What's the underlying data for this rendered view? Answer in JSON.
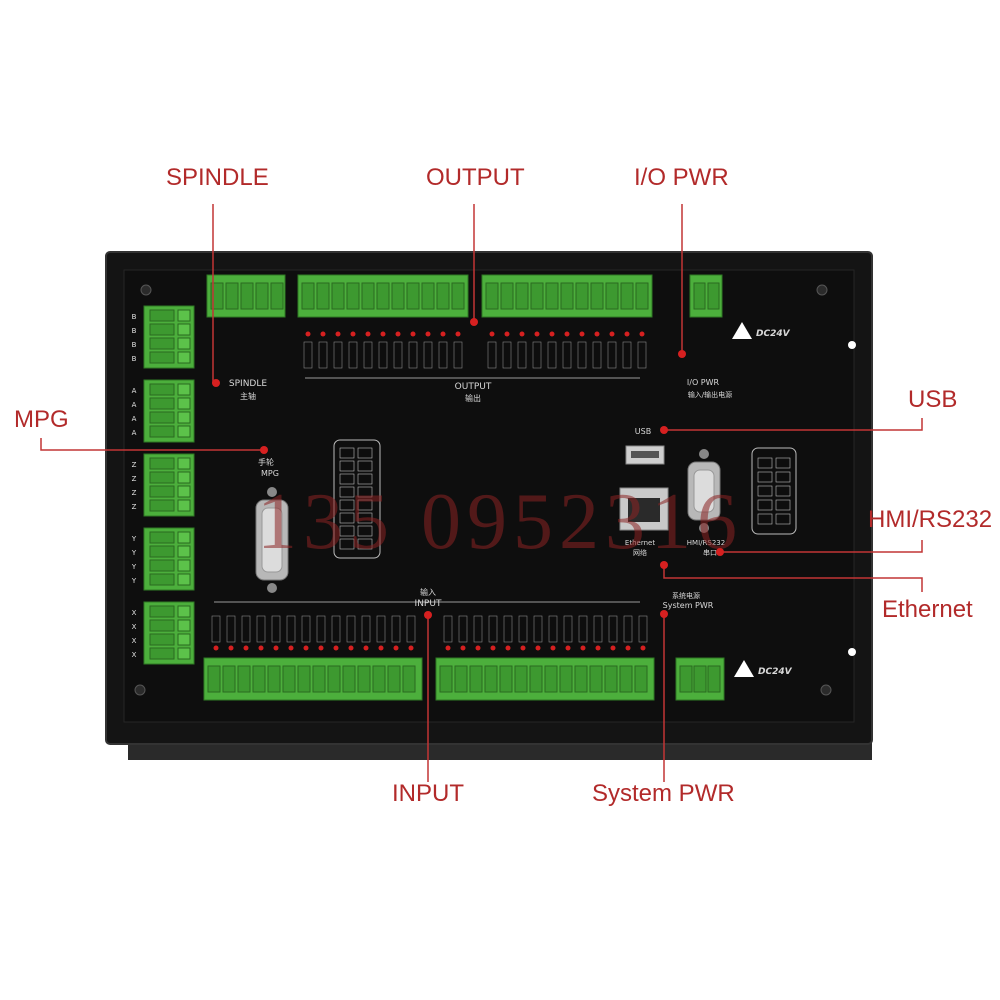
{
  "callouts": {
    "spindle": "SPINDLE",
    "output": "OUTPUT",
    "io_pwr": "I/O PWR",
    "usb": "USB",
    "mpg": "MPG",
    "hmi_rs232": "HMI/RS232",
    "ethernet": "Ethernet",
    "input": "INPUT",
    "system_pwr": "System PWR"
  },
  "board": {
    "spindle_label": "SPINDLE",
    "spindle_cn": "主轴",
    "output_label": "OUTPUT",
    "output_cn": "输出",
    "io_pwr_label": "I/O PWR",
    "io_pwr_cn": "输入/输出电源",
    "usb_label": "USB",
    "mpg_cn": "手轮",
    "mpg_label": "MPG",
    "ethernet_label": "Ethernet",
    "ethernet_cn": "网络",
    "hmi_label": "HMI/RS232",
    "hmi_cn": "串口",
    "input_cn": "输入",
    "input_label": "INPUT",
    "syspwr_cn": "系统电源",
    "syspwr_label": "System PWR",
    "dc24v_top": "DC24V",
    "dc24v_bottom": "DC24V",
    "left_axis_labels": [
      "B",
      "B",
      "B",
      "B",
      "A",
      "A",
      "A",
      "A",
      "Z",
      "Z",
      "Z",
      "Z",
      "Y",
      "Y",
      "Y",
      "Y",
      "X",
      "X",
      "X",
      "X"
    ]
  },
  "watermark": "135 0952316",
  "colors": {
    "callout": "#b22a2a",
    "leader_line": "#c23535",
    "board": "#141414",
    "terminal_green": "#4caf3c",
    "led_red": "#d62020"
  }
}
